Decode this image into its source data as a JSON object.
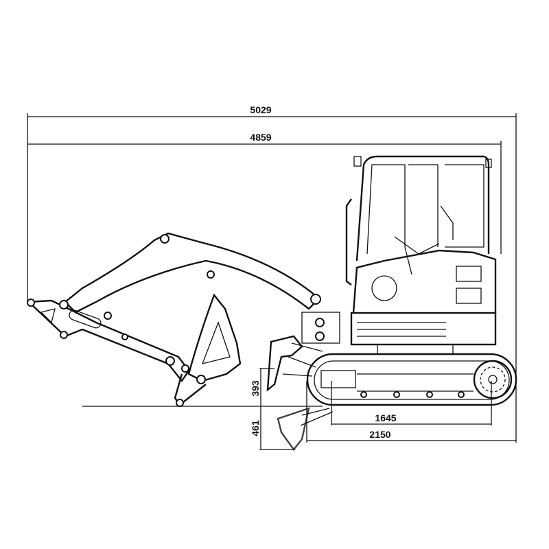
{
  "title": "Excavator side view dimension drawing",
  "dimensions": {
    "overall_length": "5029",
    "transport_length": "4859",
    "blade_lift_height": "393",
    "blade_dig_depth": "461",
    "tumbler_distance": "1645",
    "track_length": "2150"
  },
  "colors": {
    "line": "#111111",
    "background": "#ffffff"
  }
}
